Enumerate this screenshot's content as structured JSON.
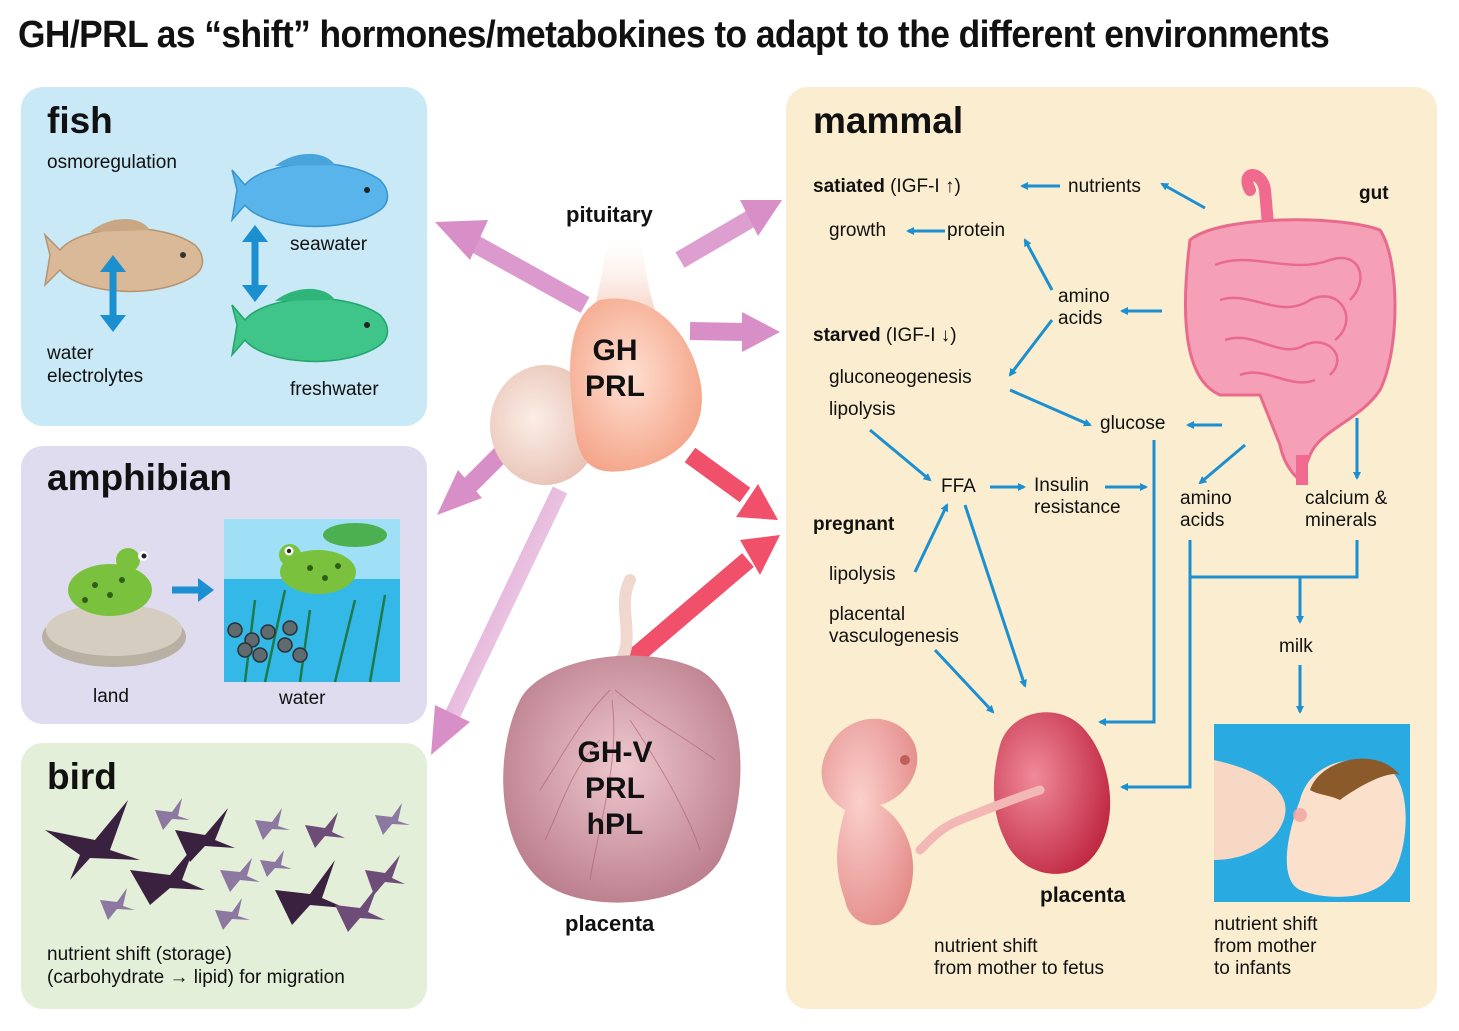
{
  "title": "GH/PRL as “shift” hormones/metabokines to adapt to the different environments",
  "colors": {
    "arrow_blue": "#1b8fd0",
    "arrow_pink": "#d88fc8",
    "arrow_red": "#f0506a",
    "fish_bg": "#c9e9f7",
    "amphibian_bg": "#dedcee",
    "bird_bg": "#e3efd9",
    "mammal_bg": "#fbedcf"
  },
  "fish": {
    "heading": "fish",
    "subtitle": "osmoregulation",
    "water_electrolytes": [
      "water",
      "electrolytes"
    ],
    "seawater": "seawater",
    "freshwater": "freshwater"
  },
  "amphibian": {
    "heading": "amphibian",
    "land": "land",
    "water": "water"
  },
  "bird": {
    "heading": "bird",
    "caption": [
      "nutrient shift (storage)",
      "(carbohydrate → lipid) for migration"
    ]
  },
  "center": {
    "pituitary_label": "pituitary",
    "pituitary_hormones": [
      "GH",
      "PRL"
    ],
    "placenta_hormones": [
      "GH-V",
      "PRL",
      "hPL"
    ],
    "placenta_label": "placenta"
  },
  "mammal": {
    "heading": "mammal",
    "satiated": "satiated",
    "satiated_igf": "(IGF-I ↑)",
    "nutrients": "nutrients",
    "gut": "gut",
    "growth": "growth",
    "protein": "protein",
    "amino_acids_top": [
      "amino",
      "acids"
    ],
    "starved": "starved",
    "starved_igf": "(IGF-I ↓)",
    "gluconeogenesis": "gluconeogenesis",
    "lipolysis_1": "lipolysis",
    "glucose": "glucose",
    "ffa": "FFA",
    "insulin_resistance": [
      "Insulin",
      "resistance"
    ],
    "amino_acids_bottom": [
      "amino",
      "acids"
    ],
    "calcium_minerals": [
      "calcium &",
      "minerals"
    ],
    "pregnant": "pregnant",
    "lipolysis_2": "lipolysis",
    "placental_vasculogenesis": [
      "placental",
      "vasculogenesis"
    ],
    "milk": "milk",
    "placenta": "placenta",
    "fetus_caption": [
      "nutrient shift",
      "from mother to fetus"
    ],
    "infant_caption": [
      "nutrient shift",
      "from mother",
      "to infants"
    ]
  }
}
